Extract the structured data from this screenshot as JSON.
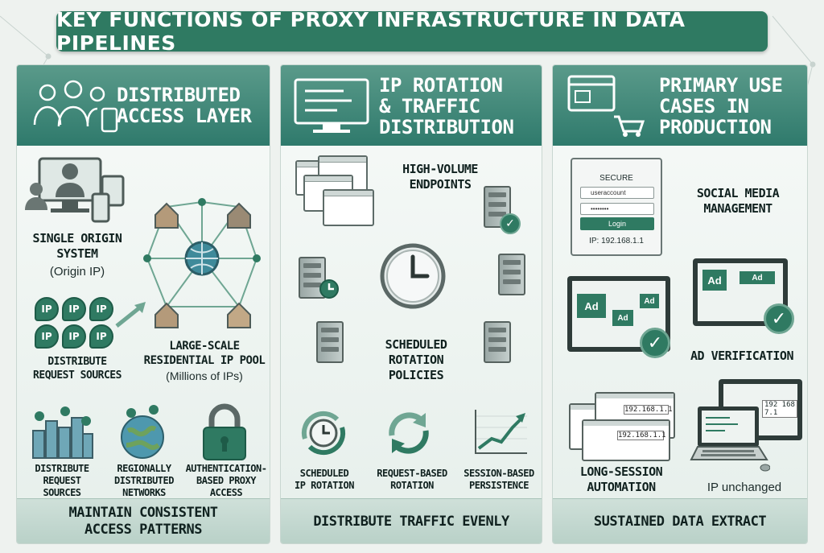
{
  "title": "KEY FUNCTIONS OF PROXY INFRASTRUCTURE IN DATA PIPELINES",
  "panels": {
    "p1": {
      "heading_l1": "DISTRIBUTED",
      "heading_l2": "ACCESS LAYER",
      "origin_l1": "SINGLE ORIGIN",
      "origin_l2": "SYSTEM",
      "origin_sub": "(Origin IP)",
      "ip_badge": "IP",
      "dist_l1": "DISTRIBUTE",
      "dist_l2": "REQUEST SOURCES",
      "pool_l1": "LARGE-SCALE",
      "pool_l2": "RESIDENTIAL IP POOL",
      "pool_sub": "(Millions of IPs)",
      "b1_l1": "DISTRIBUTE",
      "b1_l2": "REQUEST",
      "b1_l3": "SOURCES",
      "b2_l1": "REGIONALLY",
      "b2_l2": "DISTRIBUTED",
      "b2_l3": "NETWORKS",
      "b3_l1": "AUTHENTICATION-",
      "b3_l2": "BASED PROXY",
      "b3_l3": "ACCESS",
      "footer_l1": "MAINTAIN CONSISTENT",
      "footer_l2": "ACCESS PATTERNS"
    },
    "p2": {
      "heading_l1": "IP ROTATION",
      "heading_l2": "& TRAFFIC",
      "heading_l3": "DISTRIBUTION",
      "endpoints_l1": "HIGH-VOLUME",
      "endpoints_l2": "ENDPOINTS",
      "sched_l1": "SCHEDULED",
      "sched_l2": "ROTATION",
      "sched_l3": "POLICIES",
      "b1_l1": "SCHEDULED",
      "b1_l2": "IP ROTATION",
      "b2_l1": "REQUEST-BASED",
      "b2_l2": "ROTATION",
      "b3_l1": "SESSION-BASED",
      "b3_l2": "PERSISTENCE",
      "footer": "DISTRIBUTE TRAFFIC EVENLY"
    },
    "p3": {
      "heading_l1": "PRIMARY USE",
      "heading_l2": "CASES IN",
      "heading_l3": "PRODUCTION",
      "login_title": "SECURE",
      "login_user": "useraccount",
      "login_pass": "••••••••",
      "login_btn": "Login",
      "login_ip": "IP: 192.168.1.1",
      "social_l1": "SOCIAL MEDIA",
      "social_l2": "MANAGEMENT",
      "ad_label": "Ad",
      "adver": "AD VERIFICATION",
      "ip_a": "192.168.1.1",
      "ip_b": "192.168.1.1",
      "ip_c": "192 168 7.1",
      "long_l1": "LONG-SESSION",
      "long_l2": "AUTOMATION",
      "unchanged": "IP unchanged",
      "footer": "SUSTAINED DATA EXTRACT"
    }
  },
  "colors": {
    "accent": "#2f7a62",
    "header": "#3f8a78",
    "footer": "#c3d9d0"
  }
}
